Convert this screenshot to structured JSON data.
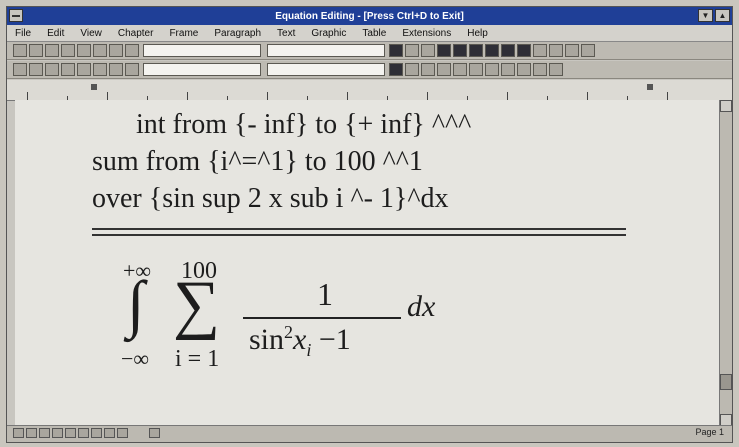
{
  "window": {
    "title": "Equation Editing - [Press Ctrl+D to Exit]"
  },
  "menubar": {
    "items": [
      "File",
      "Edit",
      "View",
      "Chapter",
      "Frame",
      "Paragraph",
      "Text",
      "Graphic",
      "Table",
      "Extensions",
      "Help"
    ]
  },
  "editor": {
    "source_lines": [
      "int from {- inf} to {+ inf} ^^^",
      "sum from {i^=^1} to 100 ^^1",
      "over {sin sup 2 x sub i ^- 1}^dx"
    ]
  },
  "rendered": {
    "upper_limit_int": "+∞",
    "lower_limit_int": "−∞",
    "int_symbol": "∫",
    "sum_symbol": "∑",
    "upper_limit_sum": "100",
    "lower_limit_sum": "i = 1",
    "numerator": "1",
    "denominator_sin": "sin",
    "denominator_exp": "2",
    "denominator_x": "x",
    "denominator_sub": "i",
    "denominator_tail": " −1",
    "differential": "dx"
  },
  "statusbar": {
    "page": "Page 1"
  },
  "colors": {
    "title_bar": "#1f3f97",
    "document_bg": "#e6e5e0",
    "chrome": "#c8c6c0"
  }
}
